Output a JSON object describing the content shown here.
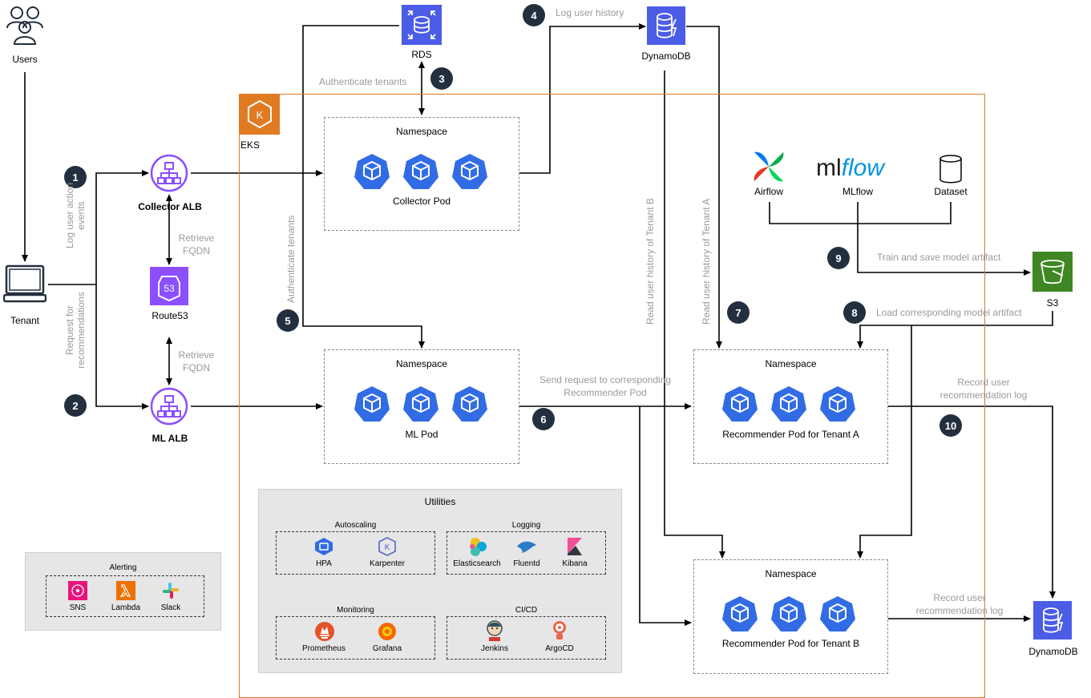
{
  "nodes": {
    "users": "Users",
    "tenant": "Tenant",
    "collector_alb": "Collector ALB",
    "route53": "Route53",
    "ml_alb": "ML ALB",
    "rds": "RDS",
    "dynamodb_top": "DynamoDB",
    "dynamodb_bottom": "DynamoDB",
    "eks": "EKS",
    "s3": "S3",
    "airflow": "Airflow",
    "mlflow": "MLflow",
    "mlflow_logo_ml": "ml",
    "mlflow_logo_flow": "flow",
    "dataset": "Dataset",
    "route53_badge": "53"
  },
  "namespaces": {
    "collector": {
      "title": "Namespace",
      "pod": "Collector Pod"
    },
    "ml": {
      "title": "Namespace",
      "pod": "ML Pod"
    },
    "tenant_a": {
      "title": "Namespace",
      "pod": "Recommender Pod for Tenant A"
    },
    "tenant_b": {
      "title": "Namespace",
      "pod": "Recommender Pod for Tenant B"
    }
  },
  "edges": {
    "log_user_action_events": "Log user action events",
    "request_for_recommendations": "Request for recommendations",
    "retrieve_fqdn_1": [
      "Retrieve",
      "FQDN"
    ],
    "retrieve_fqdn_2": [
      "Retrieve",
      "FQDN"
    ],
    "authenticate_tenants_3": "Authenticate tenants",
    "authenticate_tenants_5": "Authenticate tenants",
    "log_user_history": "Log user history",
    "read_history_b": "Read user history of Tenant B",
    "read_history_a": "Read user history of Tenant A",
    "send_request": [
      "Send request to corresponding",
      "Recommender Pod"
    ],
    "train_save": "Train and save model artifact",
    "load_artifact": "Load corresponding model artifact",
    "record_log_a": [
      "Record user",
      "recommendation log"
    ],
    "record_log_b": [
      "Record user",
      "recommendation log"
    ]
  },
  "steps": [
    "1",
    "2",
    "3",
    "4",
    "5",
    "6",
    "7",
    "8",
    "9",
    "10"
  ],
  "utilities": {
    "title": "Utilities",
    "autoscaling": {
      "title": "Autoscaling",
      "items": [
        "HPA",
        "Karpenter"
      ]
    },
    "logging": {
      "title": "Logging",
      "items": [
        "Elasticsearch",
        "Fluentd",
        "Kibana"
      ]
    },
    "monitoring": {
      "title": "Monitoring",
      "items": [
        "Prometheus",
        "Grafana"
      ]
    },
    "cicd": {
      "title": "CI/CD",
      "items": [
        "Jenkins",
        "ArgoCD"
      ]
    }
  },
  "alerting": {
    "title": "Alerting",
    "items": [
      "SNS",
      "Lambda",
      "Slack"
    ]
  },
  "colors": {
    "eks_orange": "#e07b24",
    "alb_purple": "#8c4fff",
    "db_blue": "#4b5ce6",
    "k8s_blue": "#326ce5",
    "s3_green": "#3f8624",
    "step_dark": "#232f3e",
    "annotation_grey": "#9a9a9a"
  }
}
